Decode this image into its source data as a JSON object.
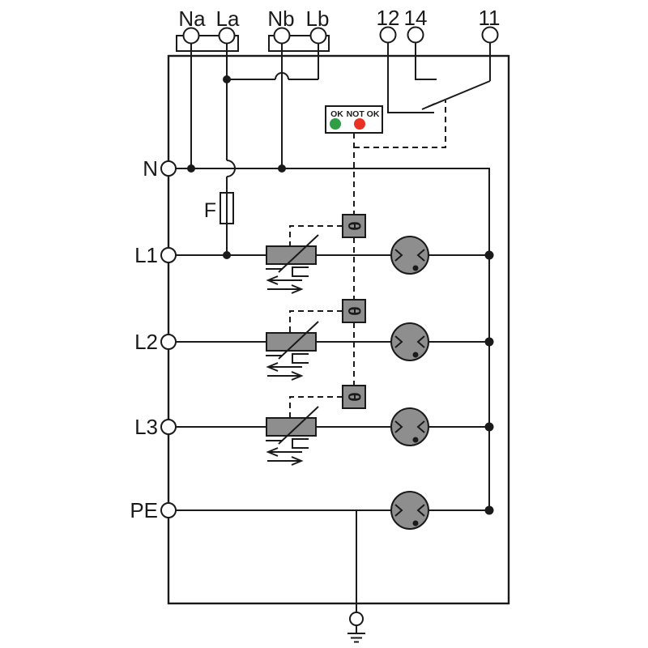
{
  "top_terminals": [
    {
      "label": "Na"
    },
    {
      "label": "La"
    },
    {
      "label": "Nb"
    },
    {
      "label": "Lb"
    },
    {
      "label": "12"
    },
    {
      "label": "14"
    },
    {
      "label": "11"
    }
  ],
  "left_terminals": [
    {
      "label": "N"
    },
    {
      "label": "L1"
    },
    {
      "label": "L2"
    },
    {
      "label": "L3"
    },
    {
      "label": "PE"
    }
  ],
  "fuse": {
    "label": "F"
  },
  "indicator": {
    "ok_label": "OK",
    "not_ok_label": "NOT OK",
    "ok_color": "#2f9e44",
    "not_ok_color": "#e93223"
  },
  "thermal_disconnector": {
    "symbol": "θ"
  },
  "colors": {
    "line": "#1a1a1a",
    "component_fill": "#8e8e8e",
    "background": "#ffffff"
  }
}
